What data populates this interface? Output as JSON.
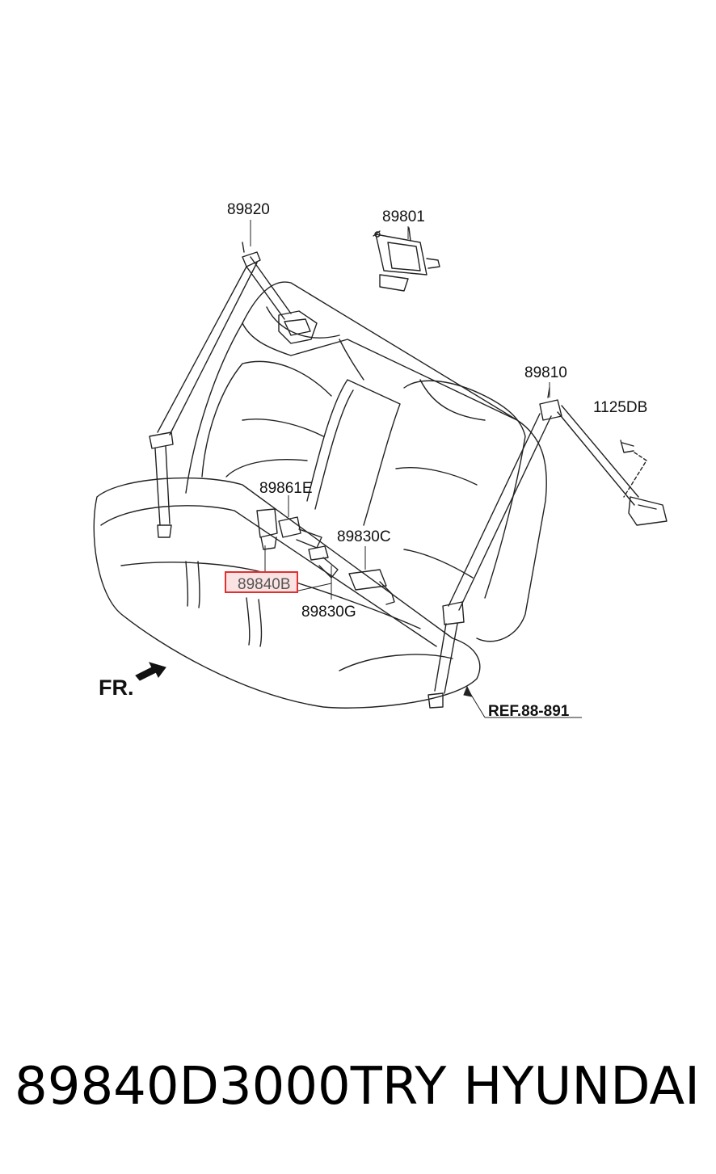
{
  "callouts": {
    "p89820": "89820",
    "p89801": "89801",
    "p89810": "89810",
    "p1125DB": "1125DB",
    "p89861E": "89861E",
    "p89830C": "89830C",
    "p89840B": "89840B",
    "p89830G": "89830G"
  },
  "highlighted_callout": "89840B",
  "reference": "REF.88-891",
  "front_marker": "FR.",
  "footer": {
    "part_number": "89840D3000TRY",
    "brand": "HYUNDAI"
  },
  "colors": {
    "line": "#222222",
    "highlight_border": "#e03030",
    "highlight_fill": "#fbe3e3"
  }
}
